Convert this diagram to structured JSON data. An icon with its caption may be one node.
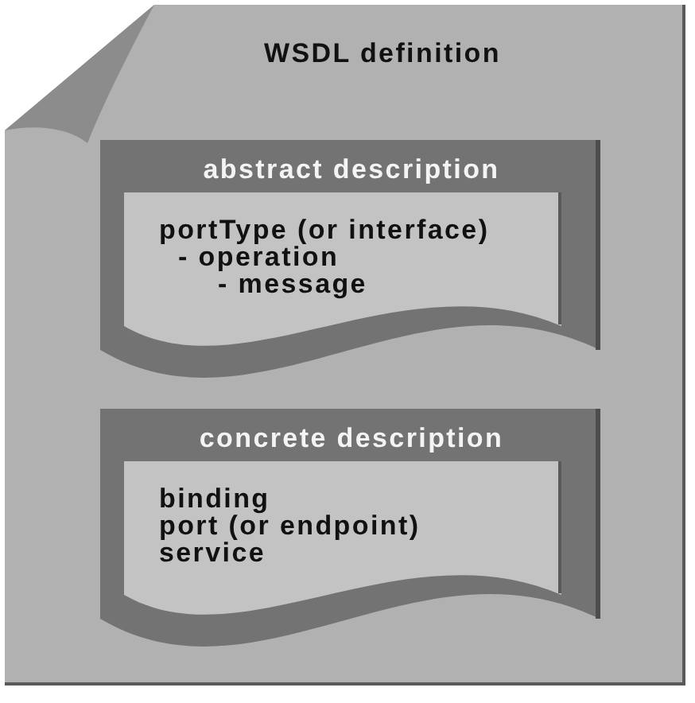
{
  "diagram": {
    "nodes": [
      {
        "text": [
          "WSDL definition"
        ]
      },
      {
        "text": [
          "abstract description",
          "portType (or interface)",
          "- operation",
          "- message"
        ],
        "in": 0
      },
      {
        "text": [
          "concrete description",
          "binding",
          "port (or endpoint)",
          "service"
        ],
        "in": 0
      }
    ]
  }
}
